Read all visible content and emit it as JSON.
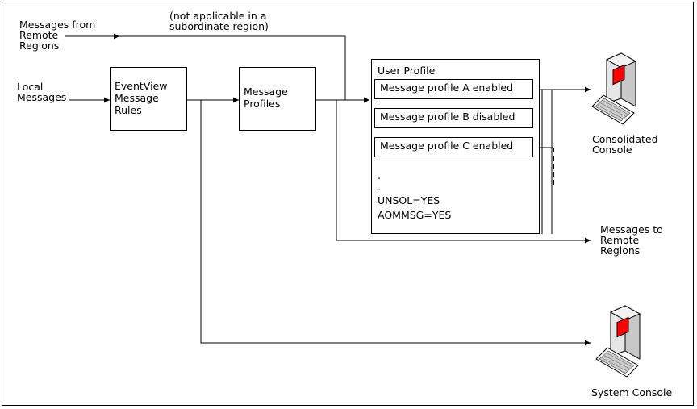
{
  "labels": {
    "remote_in": "Messages from\nRemote\nRegions",
    "not_applicable": "(not applicable in a\nsubordinate region)",
    "local": "Local\nMessages",
    "remote_out": "Messages to\nRemote\nRegions",
    "consolidated_console": "Consolidated\nConsole",
    "system_console": "System Console"
  },
  "boxes": {
    "eventview": "EventView\nMessage\nRules",
    "message_profiles": "Message\nProfiles",
    "user_profile_title": "User Profile",
    "profile_a": "Message profile A enabled",
    "profile_b": "Message profile B disabled",
    "profile_c": "Message profile C enabled",
    "dot1": ".",
    "dot2": ".",
    "unsol": "UNSOL=YES",
    "aommsg": "AOMMSG=YES"
  },
  "icons": {
    "consolidated": "computer-icon",
    "system": "computer-icon"
  }
}
